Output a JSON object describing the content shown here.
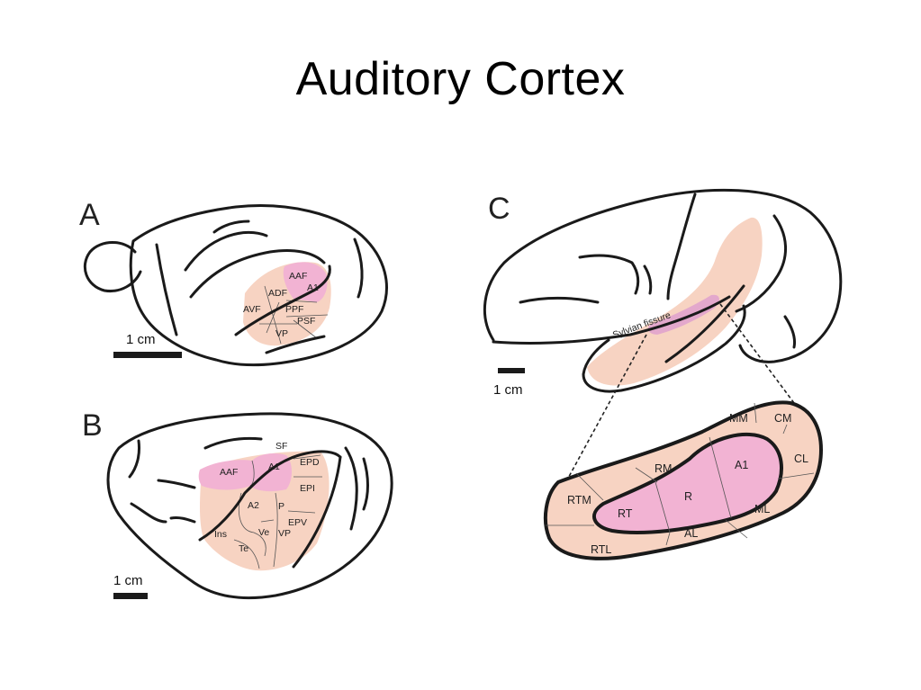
{
  "title": "Auditory Cortex",
  "colors": {
    "core": "#f2b3d3",
    "belt": "#f7d3c2",
    "outline": "#1a1a1a",
    "background": "#ffffff"
  },
  "panel_a": {
    "letter": "A",
    "scale_label": "1 cm",
    "regions": [
      "AAF",
      "A1",
      "ADF",
      "AVF",
      "PPF",
      "PSF",
      "VP"
    ]
  },
  "panel_b": {
    "letter": "B",
    "scale_label": "1 cm",
    "regions": [
      "SF",
      "AAF",
      "A1",
      "EPD",
      "EPI",
      "A2",
      "P",
      "EPV",
      "Ins",
      "Ve",
      "VP",
      "Te"
    ]
  },
  "panel_c": {
    "letter": "C",
    "scale_label": "1 cm",
    "fissure_label": "Sylvian fissure",
    "regions": [
      "MM",
      "CM",
      "CL",
      "RM",
      "A1",
      "R",
      "RT",
      "RTM",
      "ML",
      "AL",
      "RTL"
    ]
  }
}
